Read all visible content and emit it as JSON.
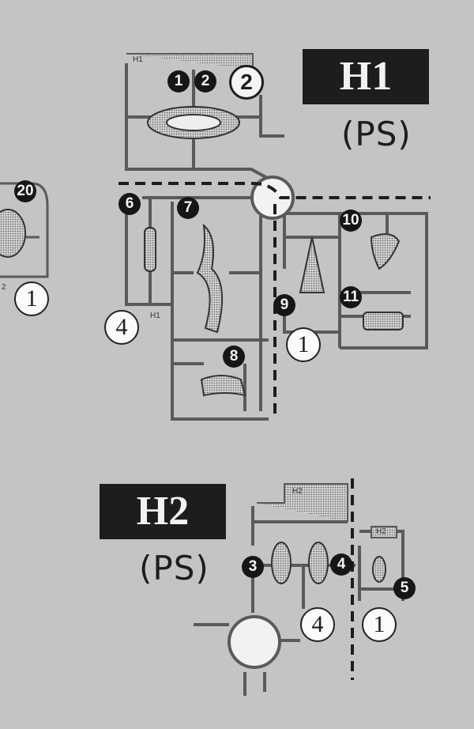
{
  "sheets": [
    {
      "label": "H1",
      "material": "(PS)",
      "tag": "H1",
      "top_numbers": [
        "1",
        "2",
        "2"
      ],
      "parts": [
        "6",
        "7",
        "8",
        "9",
        "10",
        "11"
      ],
      "quantities": [
        "4",
        "1"
      ],
      "tag_side": "H1"
    },
    {
      "label": "H2",
      "material": "(PS)",
      "tag": "H2",
      "tag_small": "H2",
      "parts": [
        "3",
        "4",
        "5"
      ],
      "quantities": [
        "4",
        "1"
      ]
    }
  ],
  "left_fragment": {
    "part": "20",
    "quantity": "1",
    "tag": "2"
  },
  "colors": {
    "background": "#c4c4c6",
    "sprue": "#5a5a5a",
    "ink": "#1d1d1d"
  }
}
